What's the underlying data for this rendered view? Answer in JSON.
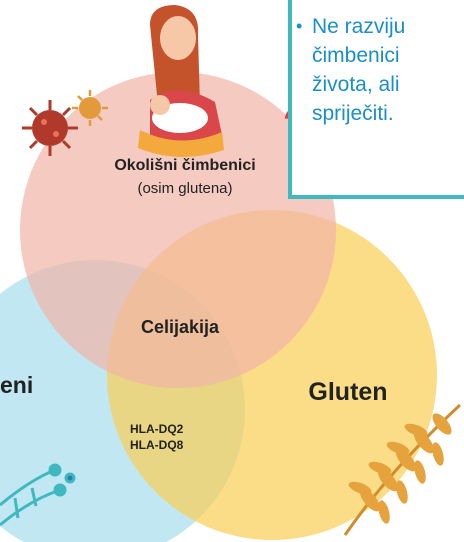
{
  "callout": {
    "lines": [
      "Ne razviju",
      "čimbenici",
      "života, ali",
      "spriječiti."
    ],
    "bullet": "•"
  },
  "circles": {
    "environment": {
      "title": "Okolišni čimbenici",
      "subtitle": "(osim glutena)",
      "color": "#f1b3a6"
    },
    "genes": {
      "title": "eni",
      "markers": [
        "HLA-DQ2",
        "HLA-DQ8"
      ],
      "color": "#9fdceb"
    },
    "gluten": {
      "title": "Gluten",
      "color": "#f9cf55"
    },
    "center": {
      "title": "Celijakija"
    }
  },
  "icons": {
    "question": "?",
    "colors": {
      "teal": "#3fb9bf",
      "blue_text": "#1b8fc9",
      "virus": "#b0392b",
      "question": "#e33b3b"
    }
  }
}
